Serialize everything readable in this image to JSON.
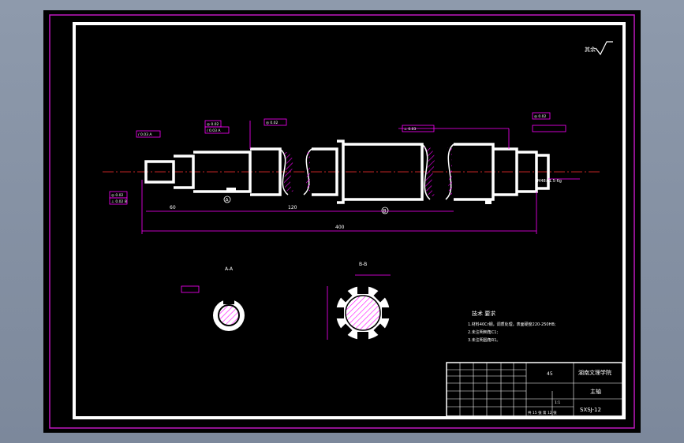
{
  "surface_mark": {
    "label": "其余",
    "symbol": "√"
  },
  "sections": {
    "a_label": "A-A",
    "b_label": "B-B"
  },
  "datums": [
    "A",
    "B"
  ],
  "dimensions": {
    "total_length": "400",
    "segment_a": "60",
    "segment_b": "120"
  },
  "tolerance_frames": {
    "f1": "/ 0.03 A",
    "f2": "◎ 0.02",
    "f3": "⊥ 0.02 B",
    "f4": "◎ 0.02",
    "f5": "/ 0.03 A",
    "f6": "◎ 0.02",
    "f7": "⊥ 0.03",
    "f8": "◎ 0.02"
  },
  "thread_note": "M48×1.5-6g",
  "tech_requirements": {
    "title": "技术 要求",
    "items": [
      "1.材料40Cr钢，调质处理，表面硬度220-250HB;",
      "2.未注明倒角C1;",
      "3.未注明圆角R1。"
    ]
  },
  "title_block": {
    "school": "湖南文理学院",
    "part_name": "主轴",
    "drawing_no": "SXSJ-12",
    "material": "45",
    "scale": "1:1",
    "sheets": "共 15  张  第 12  张"
  },
  "colors": {
    "frame": "#ffffff",
    "line": "#ff00ff",
    "hatch": "#ff00ff",
    "axis": "#ff3030",
    "bg": "#000000",
    "border": "#c018c0"
  }
}
